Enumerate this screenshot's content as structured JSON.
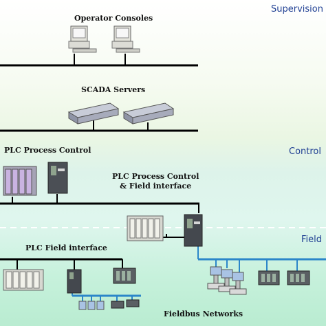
{
  "zones": {
    "supervision": "Supervision",
    "control": "Control",
    "field": "Field"
  },
  "labels": {
    "operator_consoles": "Operator Consoles",
    "scada_servers": "SCADA Servers",
    "plc_process_control": "PLC Process Control",
    "plc_process_control_field_line1": "PLC Process Control",
    "plc_process_control_field_line2": "& Field interface",
    "plc_field_interface": "PLC Field interface",
    "fieldbus_networks": "Fieldbus Networks"
  },
  "colors": {
    "bus_black": "#000000",
    "fieldbus_blue": "#2b86c9",
    "zone_text": "#1f3f93",
    "divider": "#ffffff"
  }
}
